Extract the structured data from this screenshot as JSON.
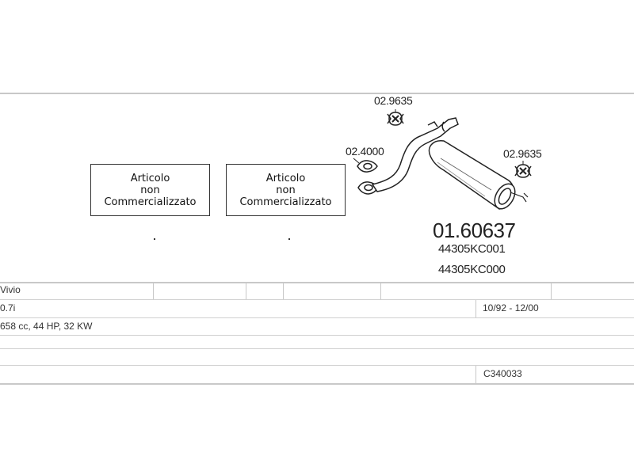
{
  "boxes": [
    {
      "lines": [
        "Articolo",
        "non",
        "Commercializzato"
      ]
    },
    {
      "lines": [
        "Articolo",
        "non",
        "Commercializzato"
      ]
    }
  ],
  "parts": {
    "hanger_top": "02.9635",
    "gasket": "02.4000",
    "hanger_right": "02.9635",
    "muffler": "01.60637",
    "oem_1": "44305KC001",
    "oem_2": "44305KC000"
  },
  "table": {
    "model": "Vivio",
    "engine": "0.7i",
    "years": "10/92 - 12/00",
    "specs": "658 cc, 44 HP, 32 KW",
    "code": "C340033"
  }
}
